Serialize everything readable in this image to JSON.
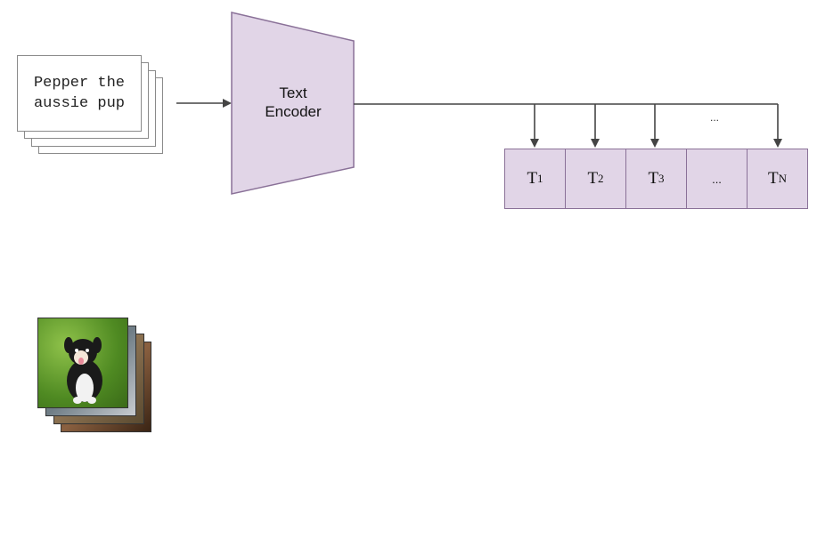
{
  "text_input": {
    "caption": "Pepper the\naussie pup"
  },
  "encoder": {
    "label": "Text\nEncoder",
    "fill_color": "#e1d5e7",
    "stroke_color": "#8a7198"
  },
  "outputs": {
    "tokens": [
      {
        "base": "T",
        "sub": "1"
      },
      {
        "base": "T",
        "sub": "2"
      },
      {
        "base": "T",
        "sub": "3"
      },
      {
        "base": "...",
        "sub": ""
      },
      {
        "base": "T",
        "sub": "N"
      }
    ],
    "arrow_ellipsis": "..."
  },
  "image_input": {
    "description_icon": "puppy-photo-stack-icon"
  }
}
